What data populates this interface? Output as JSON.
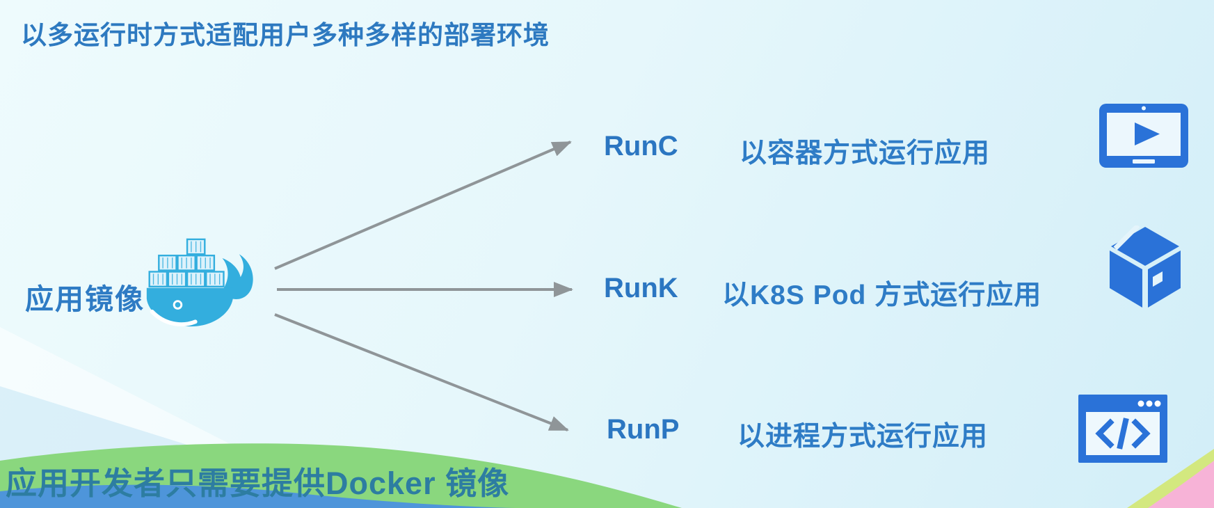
{
  "slide": {
    "title": "以多运行时方式适配用户多种多样的部署环境",
    "source_label": "应用镜像",
    "source_icon": "docker-whale-icon",
    "bottom_note": "应用开发者只需要提供Docker 镜像"
  },
  "runtimes": [
    {
      "name": "RunC",
      "description": "以容器方式运行应用",
      "icon": "monitor-play-icon"
    },
    {
      "name": "RunK",
      "description": "以K8S Pod 方式运行应用",
      "icon": "package-box-icon"
    },
    {
      "name": "RunP",
      "description": "以进程方式运行应用",
      "icon": "code-window-icon"
    }
  ],
  "colors": {
    "background_top": "#eefbfd",
    "background_bottom": "#d2eef8",
    "title_text": "#2d79c0",
    "runtime_text": "#2b76c1",
    "bottom_note_text": "#2d7da1",
    "arrow_gray": "#8f9598",
    "docker_whale_blue": "#33aede",
    "icon_blue": "#2a72d8",
    "wave_green": "#8ad77e",
    "wave_blue": "#4e95da",
    "wave_pink": "#f7b3d7",
    "wave_yellow_green": "#cfe57f"
  }
}
